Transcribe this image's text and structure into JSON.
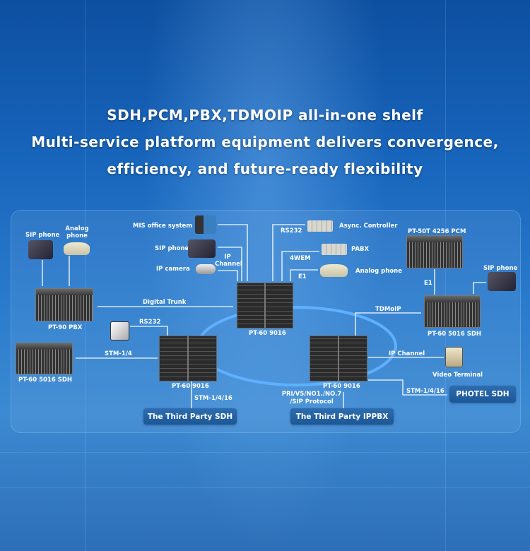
{
  "headline": {
    "line1": "SDH,PCM,PBX,TDMOIP all-in-one shelf",
    "line2": "Multi-service platform equipment delivers convergence,",
    "line3": "efficiency, and future-ready flexibility"
  },
  "devices": {
    "pbx": "PT-90 PBX",
    "sdh_left": "PT-60 5016 SDH",
    "mux_left": "PT-60 9016",
    "mux_center": "PT-60 9016",
    "mux_right": "PT-60 9016",
    "pcm": "PT-50T 4256 PCM",
    "sdh_right": "PT-60 5016 SDH"
  },
  "endpoints": {
    "sip_phone_left": "SIP phone",
    "analog_phone_left": "Analog phone",
    "mis": "MIS office system",
    "sip_phone_center": "SIP phone",
    "ip_camera": "IP camera",
    "async": "Async. Controller",
    "pabx": "PABX",
    "analog_phone_right": "Analog phone",
    "sip_phone_right": "SIP phone",
    "video_terminal": "Video Terminal"
  },
  "links": {
    "ip_channel_center": "IP Channel",
    "digital_trunk": "Digital Trunk",
    "rs232_left": "RS232",
    "stm_left": "STM-1/4",
    "stm_bottom_left": "STM-1/4/16",
    "rs232_right": "RS232",
    "wem": "4WEM",
    "e1_center": "E1",
    "e1_right": "E1",
    "tdmoip": "TDMoIP",
    "ip_channel_right": "IP Channel",
    "stm_right": "STM-1/4/16",
    "protocol": "PRI/V5/NO1./NO.7 /SIP Protocol"
  },
  "boxes": {
    "third_sdh": "The Third Party SDH",
    "third_ippbx": "The Third Party  IPPBX",
    "photel": "PHOTEL SDH"
  }
}
